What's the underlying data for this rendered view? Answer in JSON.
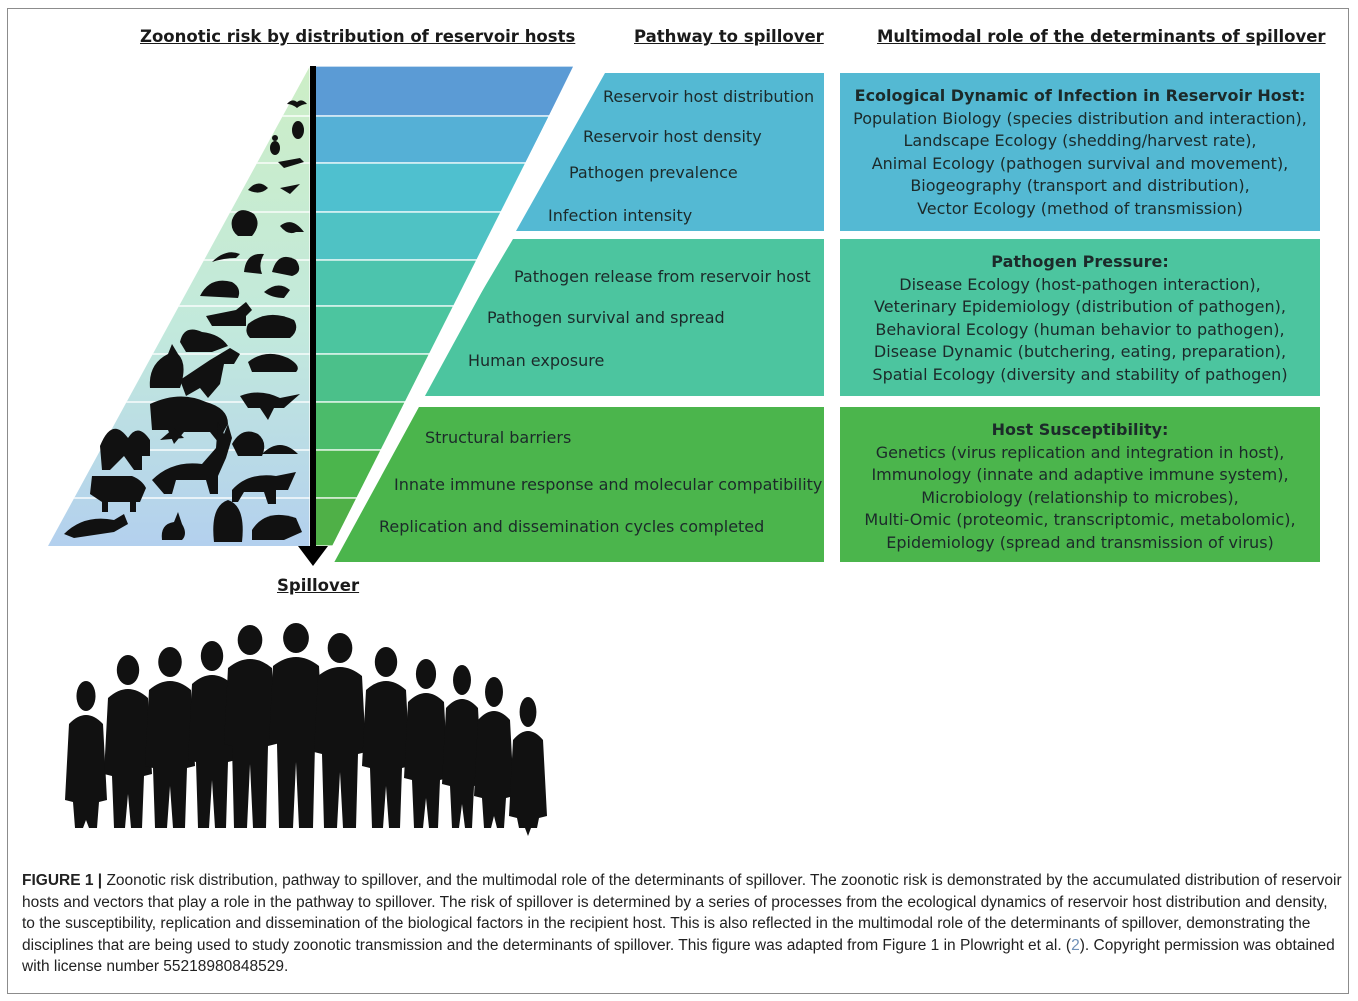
{
  "headers": {
    "left": "Zoonotic risk by distribution of reservoir hosts",
    "middle": "Pathway to spillover",
    "right": "Multimodal role of the determinants of spillover"
  },
  "pathway_steps": [
    "Reservoir host distribution",
    "Reservoir host density",
    "Pathogen prevalence",
    "Infection intensity",
    "Pathogen release from reservoir host",
    "Pathogen survival and spread",
    "Human exposure",
    "Structural barriers",
    "Innate immune response and molecular compatibility",
    "Replication and dissemination cycles completed"
  ],
  "determinants": [
    {
      "title": "Ecological Dynamic of Infection in Reservoir Host:",
      "lines": [
        "Population Biology (species distribution and interaction),",
        "Landscape Ecology (shedding/harvest rate),",
        "Animal Ecology (pathogen survival and movement),",
        "Biogeography (transport and distribution),",
        "Vector Ecology (method of transmission)"
      ]
    },
    {
      "title": "Pathogen Pressure:",
      "lines": [
        "Disease Ecology (host-pathogen interaction),",
        "Veterinary Epidemiology (distribution of pathogen),",
        "Behavioral Ecology (human behavior to pathogen),",
        "Disease Dynamic (butchering, eating, preparation),",
        "Spatial Ecology (diversity and stability of pathogen)"
      ]
    },
    {
      "title": "Host Susceptibility:",
      "lines": [
        "Genetics (virus replication and integration in host),",
        "Immunology (innate and adaptive immune system),",
        "Microbiology (relationship to microbes),",
        "Multi-Omic (proteomic, transcriptomic, metabolomic),",
        "Epidemiology (spread and transmission of virus)"
      ]
    }
  ],
  "spillover_label": "Spillover",
  "caption": {
    "label": "FIGURE 1 |",
    "text_before_ref": " Zoonotic risk distribution, pathway to spillover, and the multimodal role of the determinants of spillover. The zoonotic risk is demonstrated by the accumulated distribution of reservoir hosts and vectors that play a role in the pathway to spillover. The risk of spillover is determined by a series of processes from the ecological dynamics of reservoir host distribution and density, to the susceptibility, replication and dissemination of the biological factors in the recipient host. This is also reflected in the multimodal role of the determinants of spillover, demonstrating the disciplines that are being used to study zoonotic transmission and the determinants of spillover. This figure was adapted from Figure 1 in Plowright et al. (",
    "ref": "2",
    "text_after_ref": "). Copyright permission was obtained with license number 55218980848529."
  },
  "colors": {
    "band_blue_top": "#5b9bd5",
    "band_teal": "#4fc0cf",
    "band_green_teal": "#4cc59f",
    "band_green": "#4bb54c",
    "pyramid_left_top": "#c6ecc4",
    "pyramid_left_bottom": "#b5d2ee",
    "silhouette": "#111111"
  }
}
